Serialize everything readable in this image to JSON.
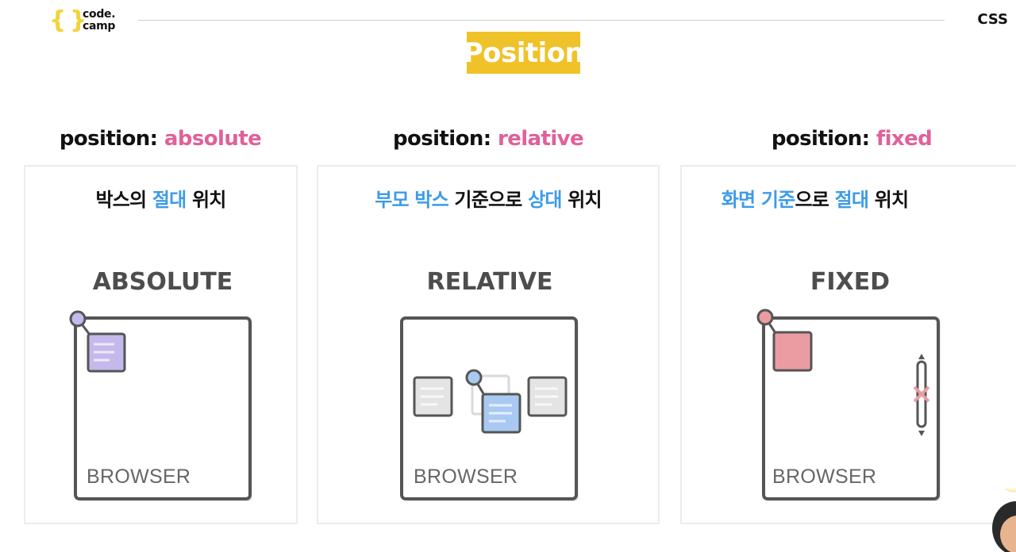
{
  "logo": {
    "line1": "code.",
    "line2": "camp"
  },
  "corner_label": "CSS",
  "badge_title": "Position",
  "columns": [
    {
      "heading_prefix": "position: ",
      "heading_keyword": "absolute",
      "subtitle": [
        {
          "t": "박스의 ",
          "hl": false
        },
        {
          "t": "절대",
          "hl": true
        },
        {
          "t": " 위치",
          "hl": false
        }
      ],
      "illus_label": "ABSOLUTE",
      "browser_label": "BROWSER"
    },
    {
      "heading_prefix": "position: ",
      "heading_keyword": "relative",
      "subtitle": [
        {
          "t": "부모 박스",
          "hl": true
        },
        {
          "t": " 기준으로 ",
          "hl": false
        },
        {
          "t": "상대",
          "hl": true
        },
        {
          "t": " 위치",
          "hl": false
        }
      ],
      "illus_label": "RELATIVE",
      "browser_label": "BROWSER"
    },
    {
      "heading_prefix": "position: ",
      "heading_keyword": "fixed",
      "subtitle": [
        {
          "t": "화면 기준",
          "hl": true
        },
        {
          "t": "으로 ",
          "hl": false
        },
        {
          "t": "절대",
          "hl": true
        },
        {
          "t": " 위치",
          "hl": false
        }
      ],
      "illus_label": "FIXED",
      "browser_label": "BROWSER"
    }
  ],
  "colors": {
    "accent_yellow": "#f0c229",
    "keyword_pink": "#e0609a",
    "highlight_blue": "#3d9be8",
    "absolute_box": "#c5b8ec",
    "relative_box": "#a9c9f2",
    "fixed_box": "#ea9ca2"
  }
}
